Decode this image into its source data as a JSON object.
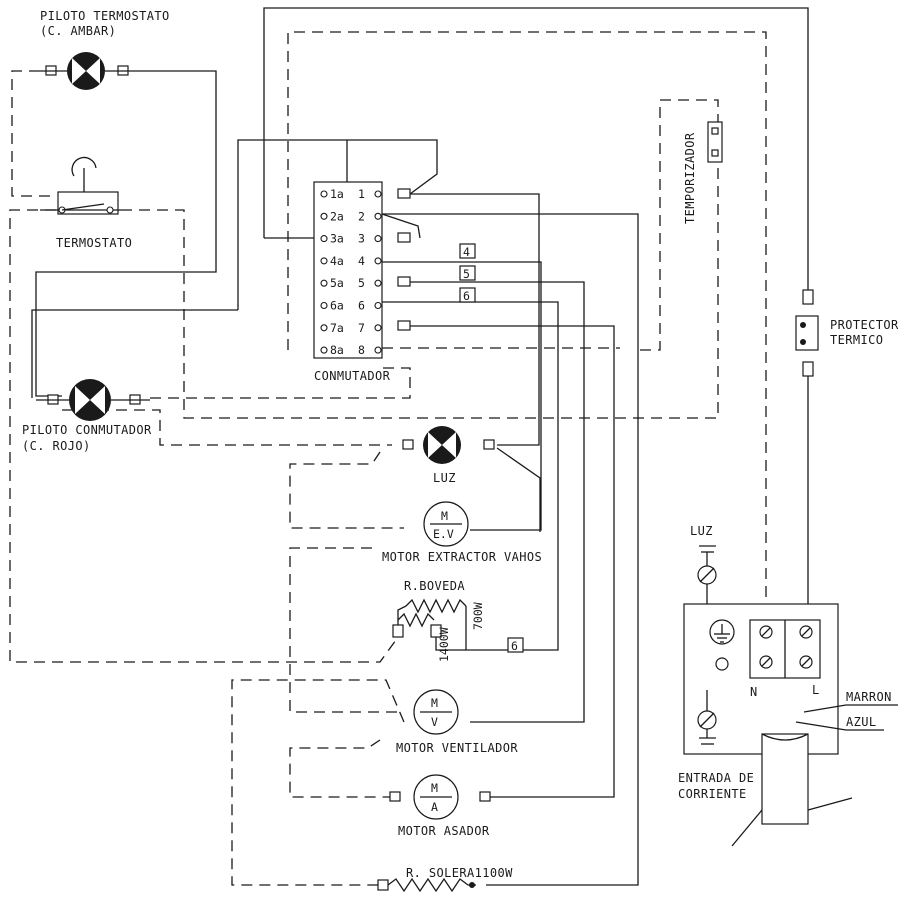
{
  "labels": {
    "piloto_termostato": "PILOTO TERMOSTATO",
    "piloto_termostato_color": "(C. AMBAR)",
    "termostato": "TERMOSTATO",
    "piloto_conmutador": "PILOTO CONMUTADOR",
    "piloto_conmutador_color": "(C. ROJO)",
    "conmutador": "CONMUTADOR",
    "temporizador": "TEMPORIZADOR",
    "protector_line1": "PROTECTOR",
    "protector_line2": "TERMICO",
    "luz": "LUZ",
    "motor_extractor": "MOTOR EXTRACTOR VAHOS",
    "r_boveda": "R.BOVEDA",
    "w700": "700W",
    "w1400": "1400W",
    "motor_ventilador": "MOTOR VENTILADOR",
    "motor_asador": "MOTOR ASADOR",
    "r_solera": "R. SOLERA1100W",
    "luz_top": "LUZ",
    "entrada_line1": "ENTRADA DE",
    "entrada_line2": "CORRIENTE",
    "n": "N",
    "l": "L",
    "marron": "MARRON",
    "azul": "AZUL"
  },
  "motors": {
    "ev": {
      "top": "M",
      "bottom": "E.V"
    },
    "v": {
      "top": "M",
      "bottom": "V"
    },
    "a": {
      "top": "M",
      "bottom": "A"
    }
  },
  "conmutador_terminals": {
    "left": [
      "1a",
      "2a",
      "3a",
      "4a",
      "5a",
      "6a",
      "7a",
      "8a"
    ],
    "right": [
      "1",
      "2",
      "3",
      "4",
      "5",
      "6",
      "7",
      "8"
    ]
  },
  "boxed_numbers": [
    "4",
    "5",
    "6",
    "6"
  ]
}
